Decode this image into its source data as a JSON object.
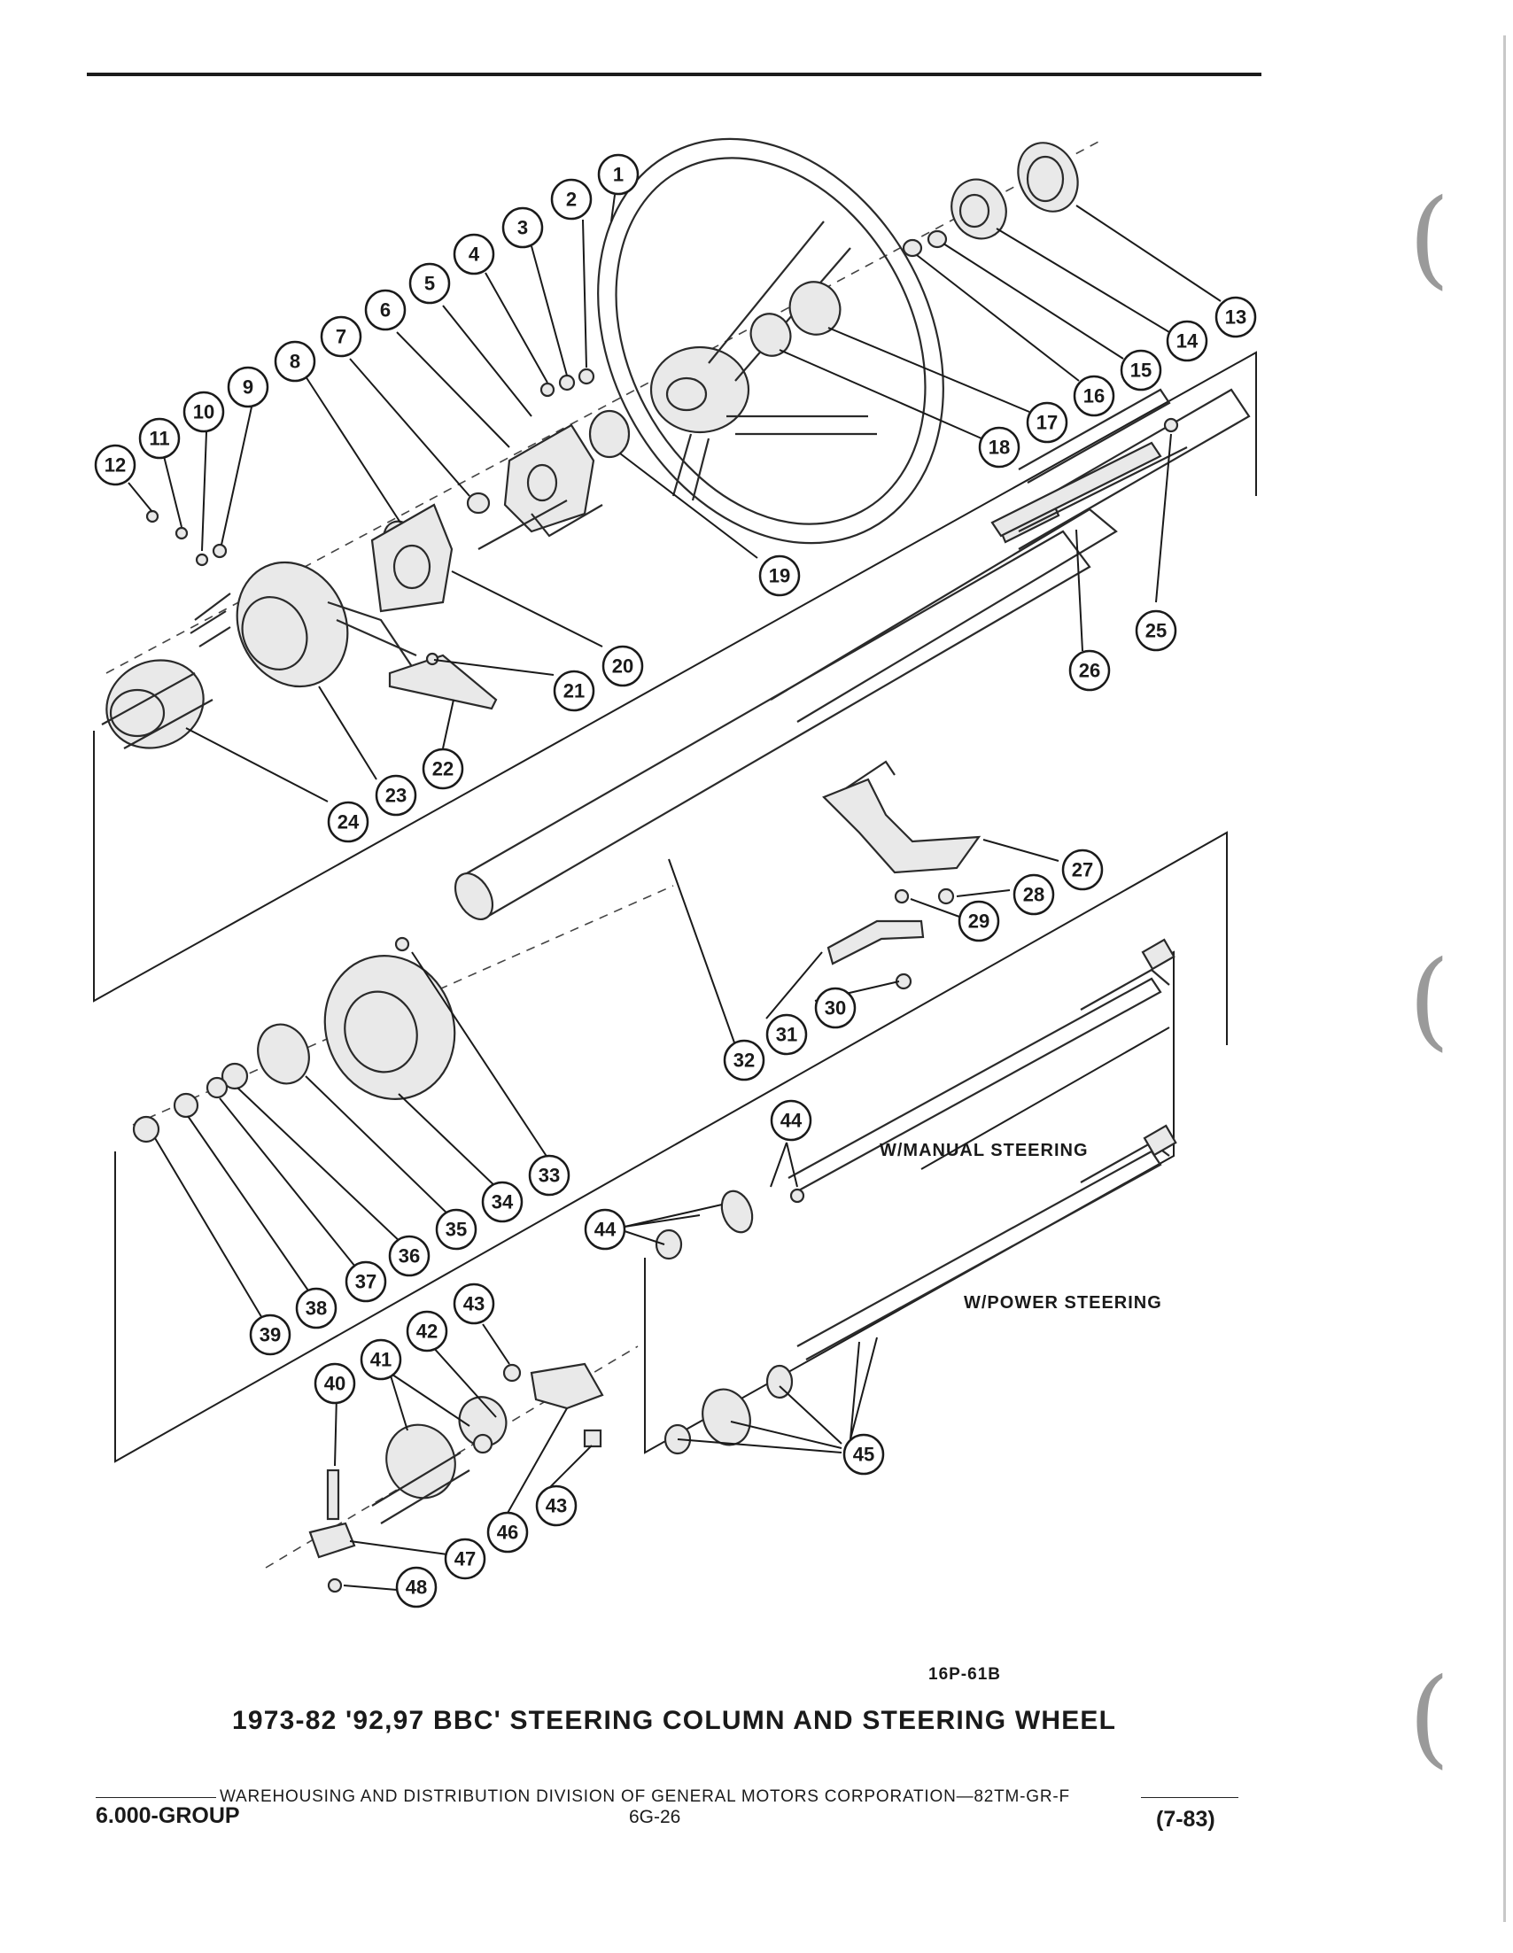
{
  "diagram": {
    "callouts": [
      {
        "id": "c1",
        "label": "1"
      },
      {
        "id": "c2",
        "label": "2"
      },
      {
        "id": "c3",
        "label": "3"
      },
      {
        "id": "c4",
        "label": "4"
      },
      {
        "id": "c5",
        "label": "5"
      },
      {
        "id": "c6",
        "label": "6"
      },
      {
        "id": "c7",
        "label": "7"
      },
      {
        "id": "c8",
        "label": "8"
      },
      {
        "id": "c9",
        "label": "9"
      },
      {
        "id": "c10",
        "label": "10"
      },
      {
        "id": "c11",
        "label": "11"
      },
      {
        "id": "c12",
        "label": "12"
      },
      {
        "id": "c13",
        "label": "13"
      },
      {
        "id": "c14",
        "label": "14"
      },
      {
        "id": "c15",
        "label": "15"
      },
      {
        "id": "c16",
        "label": "16"
      },
      {
        "id": "c17",
        "label": "17"
      },
      {
        "id": "c18",
        "label": "18"
      },
      {
        "id": "c19",
        "label": "19"
      },
      {
        "id": "c20",
        "label": "20"
      },
      {
        "id": "c21",
        "label": "21"
      },
      {
        "id": "c22",
        "label": "22"
      },
      {
        "id": "c23",
        "label": "23"
      },
      {
        "id": "c24",
        "label": "24"
      },
      {
        "id": "c25",
        "label": "25"
      },
      {
        "id": "c26",
        "label": "26"
      },
      {
        "id": "c27",
        "label": "27"
      },
      {
        "id": "c28",
        "label": "28"
      },
      {
        "id": "c29",
        "label": "29"
      },
      {
        "id": "c30",
        "label": "30"
      },
      {
        "id": "c31",
        "label": "31"
      },
      {
        "id": "c32",
        "label": "32"
      },
      {
        "id": "c33",
        "label": "33"
      },
      {
        "id": "c34",
        "label": "34"
      },
      {
        "id": "c35",
        "label": "35"
      },
      {
        "id": "c36",
        "label": "36"
      },
      {
        "id": "c37",
        "label": "37"
      },
      {
        "id": "c38",
        "label": "38"
      },
      {
        "id": "c39",
        "label": "39"
      },
      {
        "id": "c40",
        "label": "40"
      },
      {
        "id": "c41",
        "label": "41"
      },
      {
        "id": "c42",
        "label": "42"
      },
      {
        "id": "c43a",
        "label": "43"
      },
      {
        "id": "c43b",
        "label": "43"
      },
      {
        "id": "c44a",
        "label": "44"
      },
      {
        "id": "c44b",
        "label": "44"
      },
      {
        "id": "c45",
        "label": "45"
      },
      {
        "id": "c46",
        "label": "46"
      },
      {
        "id": "c47",
        "label": "47"
      },
      {
        "id": "c48",
        "label": "48"
      }
    ],
    "manual_steering_label": "W/MANUAL STEERING",
    "power_steering_label": "W/POWER STEERING",
    "figure_code": "16P-61B",
    "title": "1973-82 '92,97 BBC' STEERING COLUMN AND STEERING WHEEL"
  },
  "footer": {
    "division_line": "WAREHOUSING AND DISTRIBUTION  DIVISION OF GENERAL MOTORS CORPORATION—82TM-GR-F",
    "section": "6.000-GROUP",
    "page_number": "6G-26",
    "revision": "(7-83)"
  }
}
